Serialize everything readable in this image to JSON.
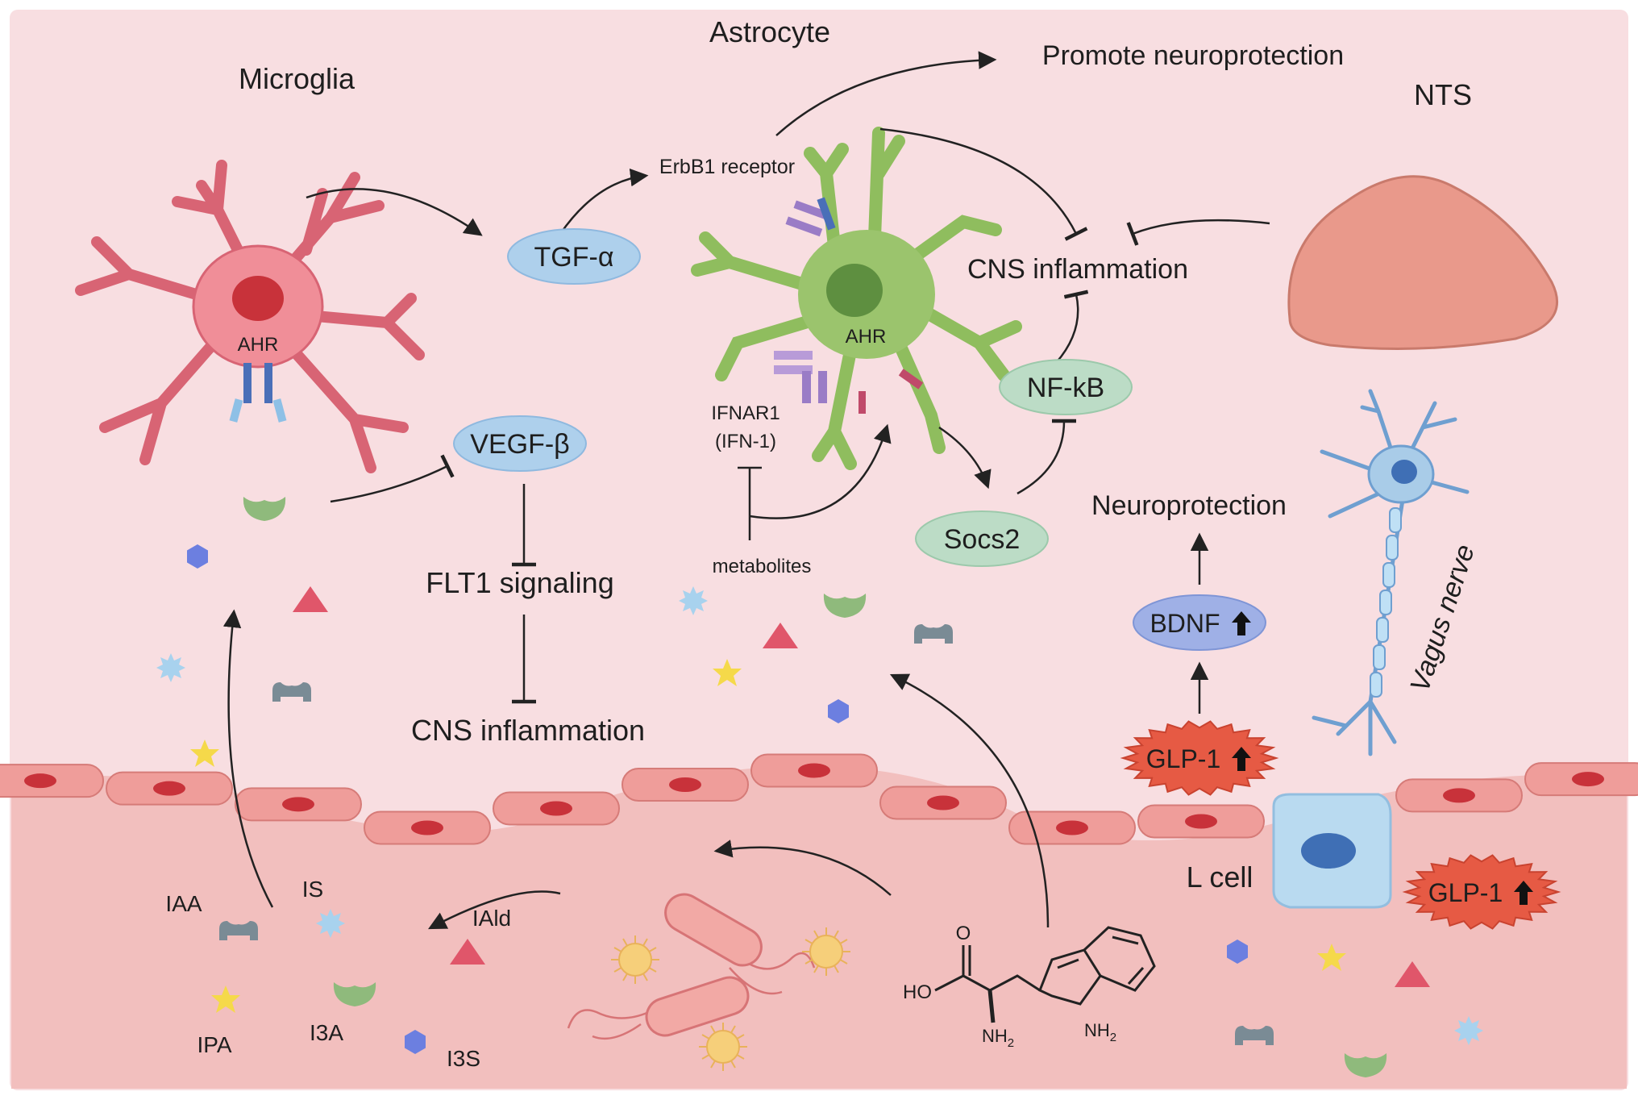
{
  "colors": {
    "background": "#f8dee1",
    "gut": "#f2bfbe",
    "epithelium": "#ef9d9a",
    "nucleus": "#c8323a",
    "microglia": "#f08e98",
    "astrocyte": "#9bc46d",
    "nts": "#e9998b",
    "neuron": "#a9cce8",
    "lcell": "#b9daf0",
    "blueOval": "#aed0ec",
    "greenOval": "#bcdcc6",
    "bdnf": "#9fb0e6",
    "glp1": "#e65a44",
    "arrow": "#222222"
  },
  "labels": {
    "microglia": "Microglia",
    "astrocyte": "Astrocyte",
    "promote": "Promote neuroprotection",
    "nts": "NTS",
    "erbb1": "ErbB1 receptor",
    "cns_top": "CNS inflammation",
    "ahr_microglia": "AHR",
    "ahr_astrocyte": "AHR",
    "ifnar1": "IFNAR1",
    "ifn1": "(IFN-1)",
    "metabolites": "metabolites",
    "flt1": "FLT1 signaling",
    "cns_bottom": "CNS inflammation",
    "neuroprotection": "Neuroprotection",
    "vagus": "Vagus nerve",
    "lcell": "L cell",
    "iaa": "IAA",
    "is": "IS",
    "iald": "IAld",
    "ipa": "IPA",
    "i3a": "I3A",
    "i3s": "I3S",
    "ho": "HO",
    "o": "O",
    "nh2_a": "NH",
    "nh2_b": "NH",
    "sub2": "2"
  },
  "ovals": {
    "tgf": "TGF-α",
    "vegf": "VEGF-β",
    "nfkb": "NF-kB",
    "socs2": "Socs2",
    "bdnf": "BDNF",
    "glp1_brain": "GLP-1",
    "glp1_gut": "GLP-1"
  },
  "icons": {
    "upArrow": "bold-up-arrow-icon",
    "metabolite_shapes": [
      "hexagon-icon",
      "triangle-icon",
      "star-icon",
      "burst-icon",
      "heart-icon",
      "dumbbell-icon"
    ]
  }
}
